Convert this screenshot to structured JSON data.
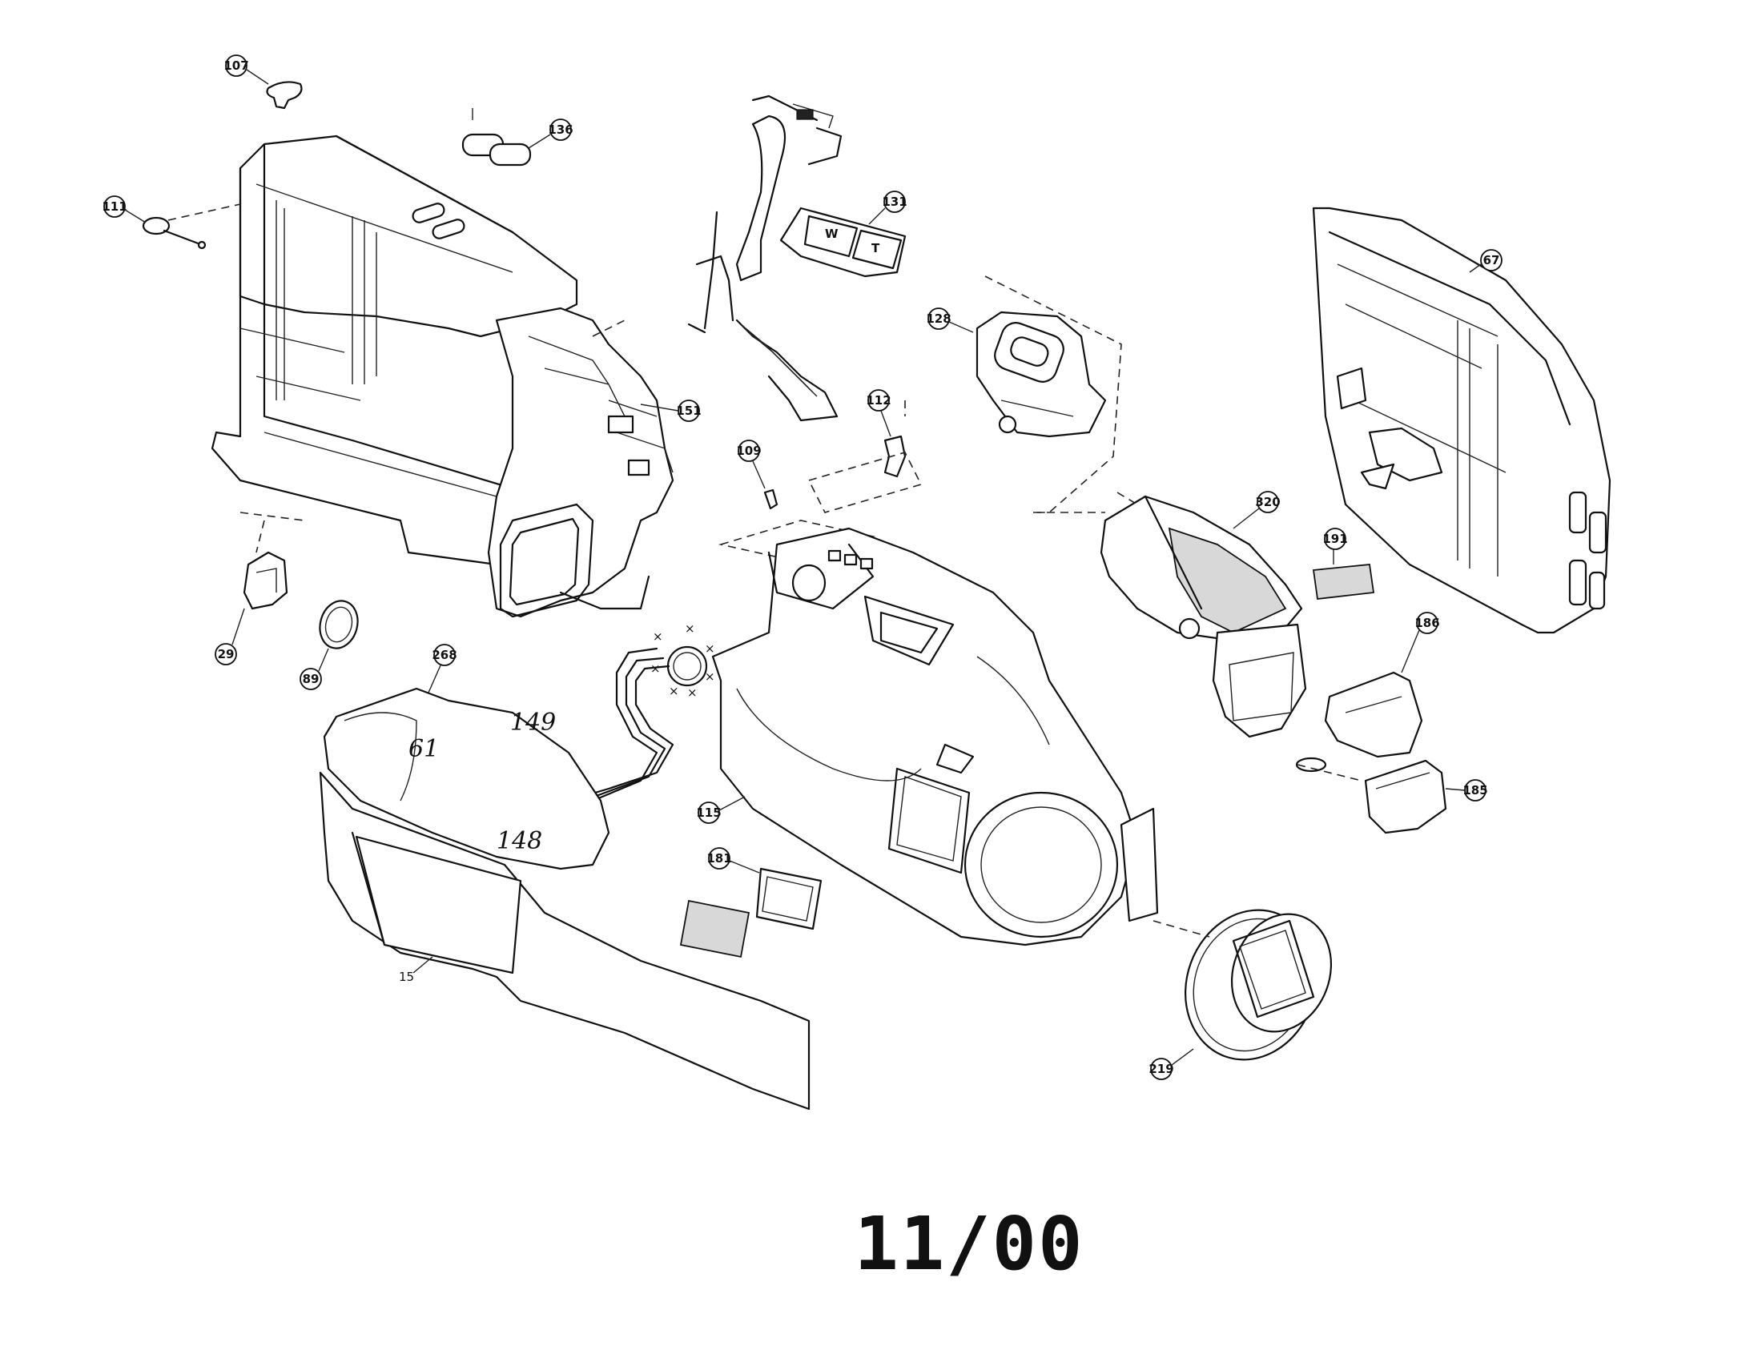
{
  "footer": {
    "date": "11/00"
  },
  "callouts": {
    "c107": "107",
    "c136": "136",
    "c111": "111",
    "c131": "131",
    "c67": "67",
    "c128": "128",
    "c151": "151",
    "c112": "112",
    "c109": "109",
    "c320": "320",
    "c191": "191",
    "c29": "29",
    "c89": "89",
    "c268": "268",
    "c186": "186",
    "c185": "185",
    "c115": "115",
    "c181": "181",
    "c219": "219"
  },
  "plain_labels": {
    "l15": "15"
  },
  "handwritten": {
    "h149": "149",
    "h61": "61",
    "h148": "148"
  },
  "zoom_keys": {
    "wide": "W",
    "tele": "T"
  }
}
